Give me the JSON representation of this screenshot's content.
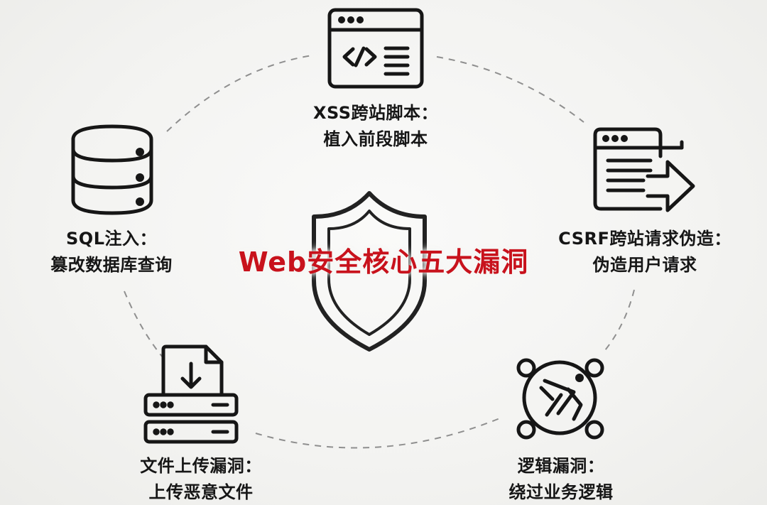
{
  "center": {
    "title": "Web安全核心五大漏洞"
  },
  "nodes": {
    "xss": {
      "icon": "code-window-icon",
      "line1": "XSS跨站脚本：",
      "line2": "植入前段脚本"
    },
    "csrf": {
      "icon": "request-forward-icon",
      "line1": "CSRF跨站请求伪造：",
      "line2": "伪造用户请求"
    },
    "sql": {
      "icon": "database-icon",
      "line1": "SQL注入：",
      "line2": "篡改数据库查询"
    },
    "upload": {
      "icon": "file-upload-server-icon",
      "line1": "文件上传漏洞：",
      "line2": "上传恶意文件"
    },
    "logic": {
      "icon": "logic-bypass-icon",
      "line1": "逻辑漏洞：",
      "line2": "绕过业务逻辑"
    }
  },
  "colors": {
    "accent": "#c8121c",
    "ink": "#161616",
    "ring": "#8a8a8a",
    "background": "#f4f4f2"
  }
}
